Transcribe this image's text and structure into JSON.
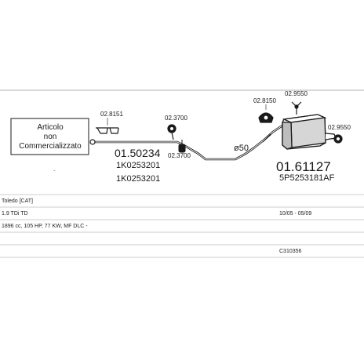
{
  "notice": {
    "line1": "Articolo",
    "line2": "non",
    "line3": "Commercializzato"
  },
  "parts": {
    "p_left_bracket": "02.8151",
    "p_front_pipe": "01.50234",
    "p_front_oem_1": "1K0253201",
    "p_front_oem_2": "1K0253201",
    "p_hanger_top": "02.3700",
    "p_hanger_bottom": "02.3700",
    "p_diameter": "ø50",
    "p_rear_clamp": "02.8150",
    "p_rear_hook": "02.9550",
    "p_rear_right": "02.9550",
    "p_rear_box": "01.61127",
    "p_rear_oem": "5P5253181AF"
  },
  "vehicle": {
    "model": "Toledo  [CAT]",
    "engine": "1.9 TDi TD",
    "period": "10/05 - 05/09",
    "spec": "1896 cc, 105 HP, 77 KW, MF DLC -",
    "code": "C310356"
  },
  "colors": {
    "ink": "#1a1a1a",
    "rule": "#9a9a9a"
  }
}
